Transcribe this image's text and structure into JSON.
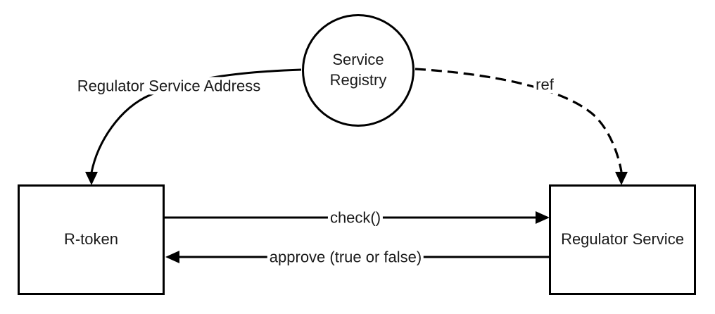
{
  "diagram": {
    "background_color": "#ffffff",
    "stroke_color": "#000000",
    "text_color": "#1a1a1a",
    "nodes": [
      {
        "id": "service-registry",
        "shape": "circle",
        "label": "Service\nRegistry"
      },
      {
        "id": "r-token",
        "shape": "rectangle",
        "label": "R-token"
      },
      {
        "id": "regulator-service",
        "shape": "rectangle",
        "label": "Regulator Service"
      }
    ],
    "edges": [
      {
        "from": "service-registry",
        "to": "r-token",
        "label": "Regulator Service Address",
        "line_style": "solid",
        "path_style": "curved",
        "arrowhead": "filled-triangle"
      },
      {
        "from": "service-registry",
        "to": "regulator-service",
        "label": "ref",
        "line_style": "dashed",
        "path_style": "curved",
        "arrowhead": "filled-triangle"
      },
      {
        "from": "r-token",
        "to": "regulator-service",
        "label": "check()",
        "line_style": "solid",
        "path_style": "straight",
        "arrowhead": "filled-triangle"
      },
      {
        "from": "regulator-service",
        "to": "r-token",
        "label": "approve (true or false)",
        "line_style": "solid",
        "path_style": "straight",
        "arrowhead": "filled-triangle"
      }
    ]
  }
}
